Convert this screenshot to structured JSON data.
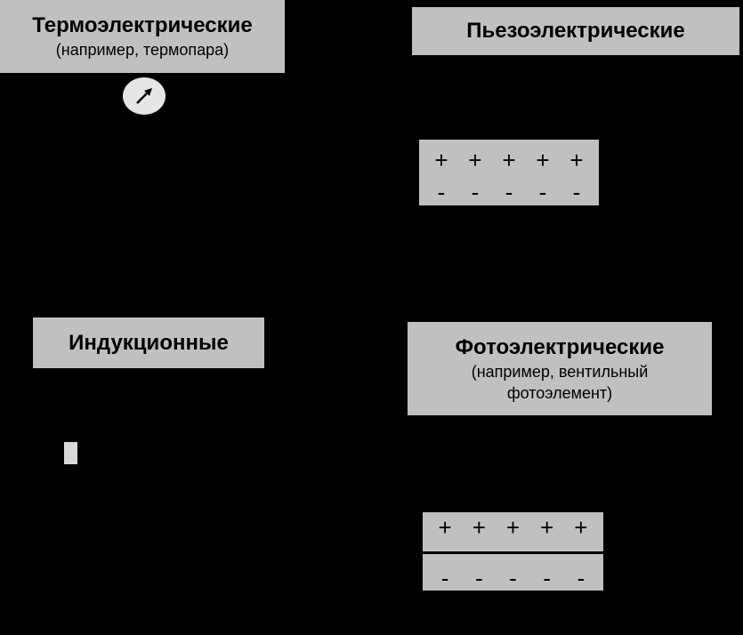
{
  "thermo": {
    "title": "Термоэлектрические",
    "subtitle": "(например, термопара)",
    "gauge_icon": "galvanometer-icon"
  },
  "piezo": {
    "title": "Пьезоэлектрические",
    "plate": {
      "plus": [
        "+",
        "+",
        "+",
        "+",
        "+"
      ],
      "minus": [
        "-",
        "-",
        "-",
        "-",
        "-"
      ]
    }
  },
  "induction": {
    "title": "Индукционные"
  },
  "photo": {
    "title": "Фотоэлектрические",
    "subtitle_line1": "(например, вентильный",
    "subtitle_line2": "фотоэлемент)",
    "plate": {
      "plus": [
        "+",
        "+",
        "+",
        "+",
        "+"
      ],
      "minus": [
        "-",
        "-",
        "-",
        "-",
        "-"
      ]
    }
  },
  "colors": {
    "background": "#000000",
    "box": "#c0c0c0",
    "gauge": "#e6e6e6"
  }
}
